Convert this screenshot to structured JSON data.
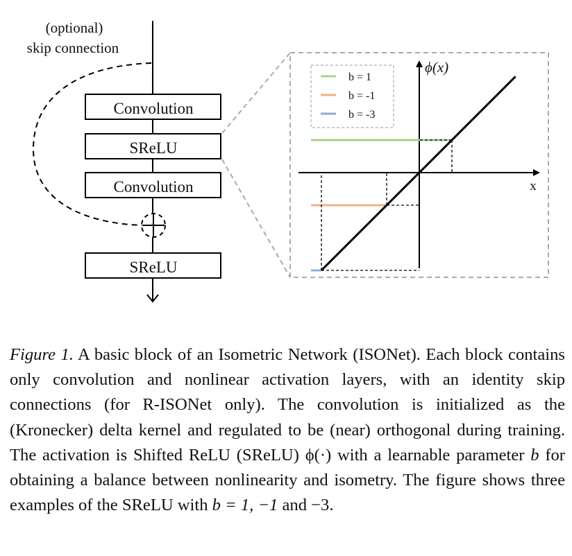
{
  "diagram": {
    "skip_label_line1": "(optional)",
    "skip_label_line2": "skip connection",
    "blocks": [
      "Convolution",
      "SReLU",
      "Convolution",
      "SReLU"
    ]
  },
  "chart_data": {
    "type": "line",
    "ylabel": "ϕ(x)",
    "xlabel": "x",
    "series": [
      {
        "name": "b = 1",
        "color": "#a9d18e",
        "b": 1
      },
      {
        "name": "b = -1",
        "color": "#f4b183",
        "b": -1
      },
      {
        "name": "b = -3",
        "color": "#8faadc",
        "b": -3
      }
    ],
    "identity_line_color": "#000000",
    "legend_position": "top-left"
  },
  "caption": {
    "label": "Figure 1.",
    "text_1": " A basic block of an Isometric Network (ISONet). Each block contains only convolution and nonlinear activation layers, with an identity skip connections (for R-ISONet only). The convo­lution is initialized as the (Kronecker) delta kernel and regulated to be (near) orthogonal during training. The activation is Shifted ReLU (SReLU) ",
    "phi": "ϕ(·)",
    "text_2": " with a learnable parameter ",
    "b_symbol": "b",
    "text_3": " for obtaining a balance between nonlinearity and isometry. The figure shows three examples of the SReLU with ",
    "values_expr": "b = 1, −1",
    "text_and": " and ",
    "value_last": "−3.",
    "text_4": ""
  }
}
